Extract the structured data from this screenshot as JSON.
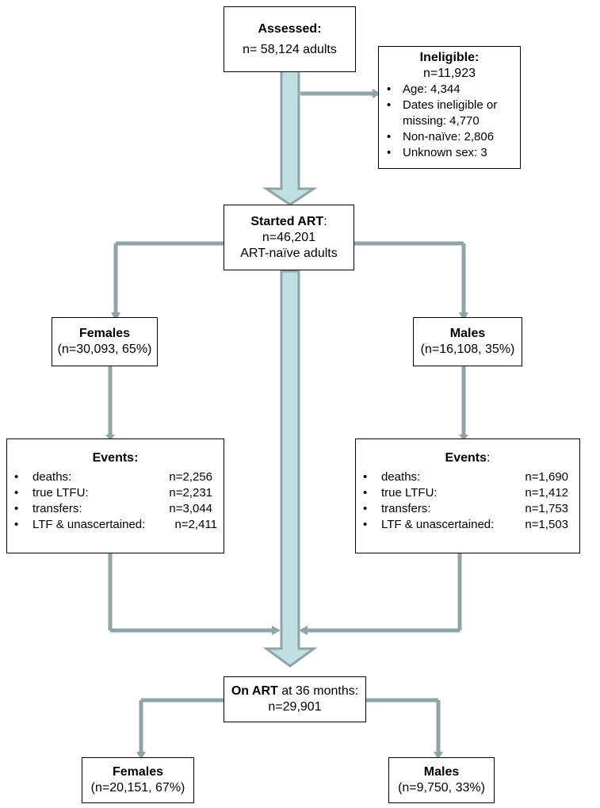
{
  "assessed": {
    "title": "Assessed:",
    "count": "n= 58,124 adults"
  },
  "ineligible": {
    "title": "Ineligible:",
    "count": "n=11,923",
    "items": [
      {
        "text": "Age: 4,344"
      },
      {
        "text": "Dates ineligible  or missing:  4,770"
      },
      {
        "text": "Non-naïve: 2,806"
      },
      {
        "text": "Unknown sex: 3"
      }
    ]
  },
  "started": {
    "title": "Started ART",
    "title_suffix": ":",
    "count": "n=46,201",
    "desc": "ART-naïve adults"
  },
  "females_start": {
    "title": "Females",
    "count": "(n=30,093, 65%)"
  },
  "males_start": {
    "title": "Males",
    "count": "(n=16,108, 35%)"
  },
  "events_female": {
    "title": "Events:",
    "title_suffix": "",
    "items": [
      {
        "label": "deaths:",
        "value": "n=2,256"
      },
      {
        "label": "true LTFU:",
        "value": "n=2,231"
      },
      {
        "label": "transfers:",
        "value": "n=3,044"
      },
      {
        "label": "LTF & unascertained:",
        "value": "n=2,411"
      }
    ]
  },
  "events_male": {
    "title": "Events",
    "title_suffix": ":",
    "items": [
      {
        "label": "deaths:",
        "value": "n=1,690"
      },
      {
        "label": "true LTFU:",
        "value": "n=1,412"
      },
      {
        "label": "transfers:",
        "value": "n=1,753"
      },
      {
        "label": "LTF & unascertained:",
        "value": "n=1,503"
      }
    ]
  },
  "on_art": {
    "title": "On ART",
    "title_suffix": " at 36 months:",
    "count": "n=29,901"
  },
  "females_end": {
    "title": "Females",
    "count": "(n=20,151, 67%)"
  },
  "males_end": {
    "title": "Males",
    "count": "(n=9,750, 33%)"
  },
  "colors": {
    "connector": "#8fa4a6",
    "big_arrow_fill": "#bfe0e3",
    "big_arrow_stroke": "#8fa4a6",
    "box_border": "#000000"
  }
}
